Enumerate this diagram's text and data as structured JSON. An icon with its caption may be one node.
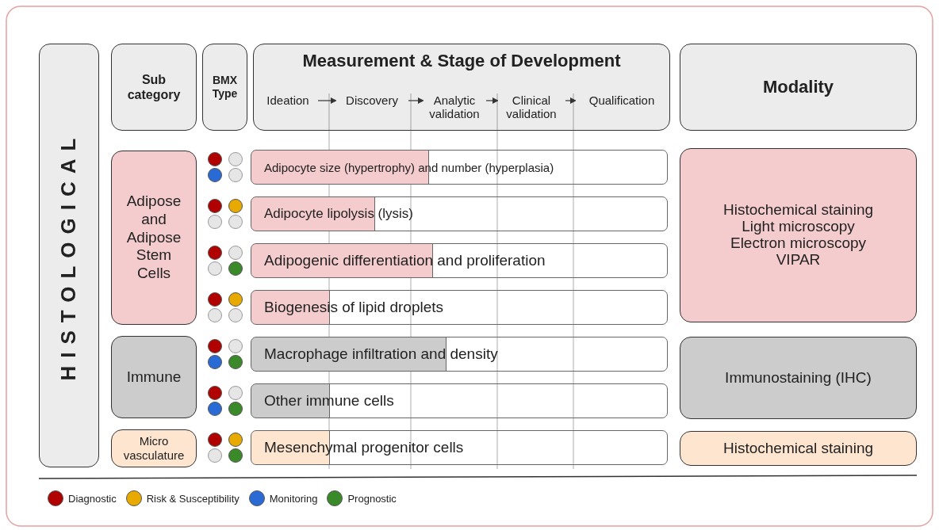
{
  "diagram": {
    "nodes": [
      {
        "text": [
          "HISTOLOGICAL"
        ]
      },
      {
        "text": [
          "Sub category"
        ]
      },
      {
        "text": [
          "BMX Type"
        ]
      },
      {
        "text": [
          "Measurement & Stage of Development"
        ]
      },
      {
        "text": [
          "Ideation"
        ],
        "in": 3
      },
      {
        "text": [
          "Discovery"
        ],
        "in": 3
      },
      {
        "text": [
          "Analytic validation"
        ],
        "in": 3
      },
      {
        "text": [
          "Clinical validation"
        ],
        "in": 3
      },
      {
        "text": [
          "Qualification"
        ],
        "in": 3
      },
      {
        "text": [
          "Modality"
        ]
      },
      {
        "text": [
          "Adipose and Adipose Stem Cells"
        ]
      },
      {
        "text": [
          "Adipocyte size (hypertrophy) and number (hyperplasia)"
        ]
      },
      {
        "text": [
          "Adipocyte lipolysis (lysis)"
        ]
      },
      {
        "text": [
          "Adipogenic differentiation and proliferation"
        ]
      },
      {
        "text": [
          "Biogenesis of lipid droplets"
        ]
      },
      {
        "text": [
          "Histochemical staining",
          "Light microscopy",
          "Electron microscopy",
          "VIPAR"
        ]
      },
      {
        "text": [
          "Immune"
        ]
      },
      {
        "text": [
          "Macrophage infiltration and density"
        ]
      },
      {
        "text": [
          "Other immune cells"
        ]
      },
      {
        "text": [
          "Immunostaining (IHC)"
        ]
      },
      {
        "text": [
          "Micro vasculature"
        ]
      },
      {
        "text": [
          "Mesenchymal progenitor cells"
        ]
      },
      {
        "text": [
          "Histochemical staining"
        ]
      }
    ],
    "edges": [
      {
        "from": 4,
        "to": 5,
        "arrow": "to"
      },
      {
        "from": 5,
        "to": 6,
        "arrow": "to"
      },
      {
        "from": 6,
        "to": 7,
        "arrow": "to"
      },
      {
        "from": 7,
        "to": 8,
        "arrow": "to"
      }
    ],
    "legend": [
      {
        "text": "Diagnostic",
        "color": "#b00000"
      },
      {
        "text": "Risk & Susceptibility",
        "color": "#e8a900"
      },
      {
        "text": "Monitoring",
        "color": "#2a6ad4"
      },
      {
        "text": "Prognostic",
        "color": "#3a8a2a"
      }
    ]
  }
}
